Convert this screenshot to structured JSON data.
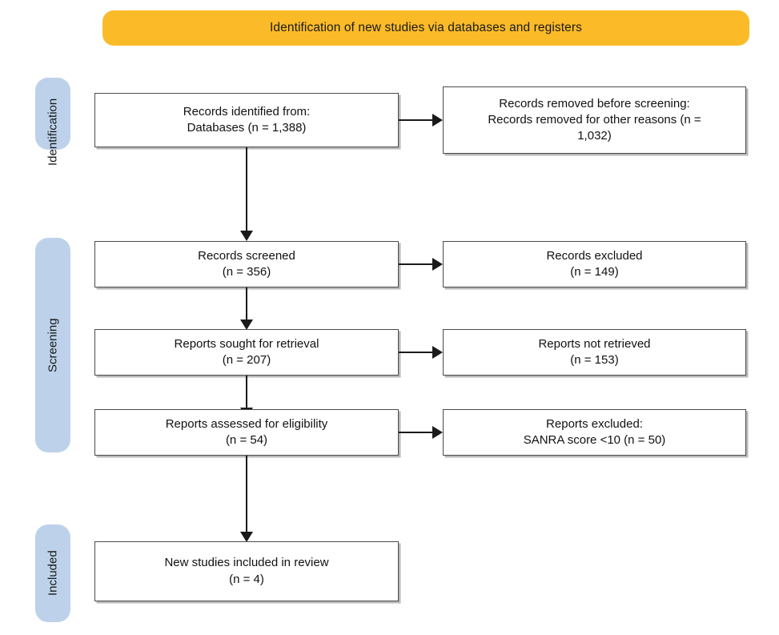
{
  "diagram": {
    "type": "prisma-flow-diagram",
    "banner": {
      "title": "Identification of new studies via databases and registers",
      "color": "#fbbb28"
    },
    "stages": [
      {
        "label": "Identification",
        "color": "#bdd2ea"
      },
      {
        "label": "Screening",
        "color": "#bdd2ea"
      },
      {
        "label": "Included",
        "color": "#bdd2ea"
      }
    ],
    "nodes": {
      "identified": {
        "line1": "Records identified from:",
        "line2": "Databases (n = 1,388)"
      },
      "removed_before_screening": {
        "line1": "Records removed before screening:",
        "line2": "Records removed for other reasons (n =",
        "line3": "1,032)"
      },
      "screened": {
        "line1": "Records screened",
        "line2": "(n = 356)"
      },
      "excluded": {
        "line1": "Records excluded",
        "line2": "(n = 149)"
      },
      "sought": {
        "line1": "Reports sought for retrieval",
        "line2": "(n = 207)"
      },
      "not_retrieved": {
        "line1": "Reports not retrieved",
        "line2": "(n = 153)"
      },
      "assessed": {
        "line1": "Reports assessed for eligibility",
        "line2": "(n = 54)"
      },
      "reports_excluded": {
        "line1": "Reports excluded:",
        "line2": "SANRA score <10 (n = 50)"
      },
      "included": {
        "line1": "New studies included in review",
        "line2": "(n = 4)"
      }
    },
    "counts": {
      "records_identified_databases": 1388,
      "records_removed_other_reasons": 1032,
      "records_screened": 356,
      "records_excluded": 149,
      "reports_sought_for_retrieval": 207,
      "reports_not_retrieved": 153,
      "reports_assessed_for_eligibility": 54,
      "reports_excluded_sanra": 50,
      "new_studies_included": 4
    }
  }
}
